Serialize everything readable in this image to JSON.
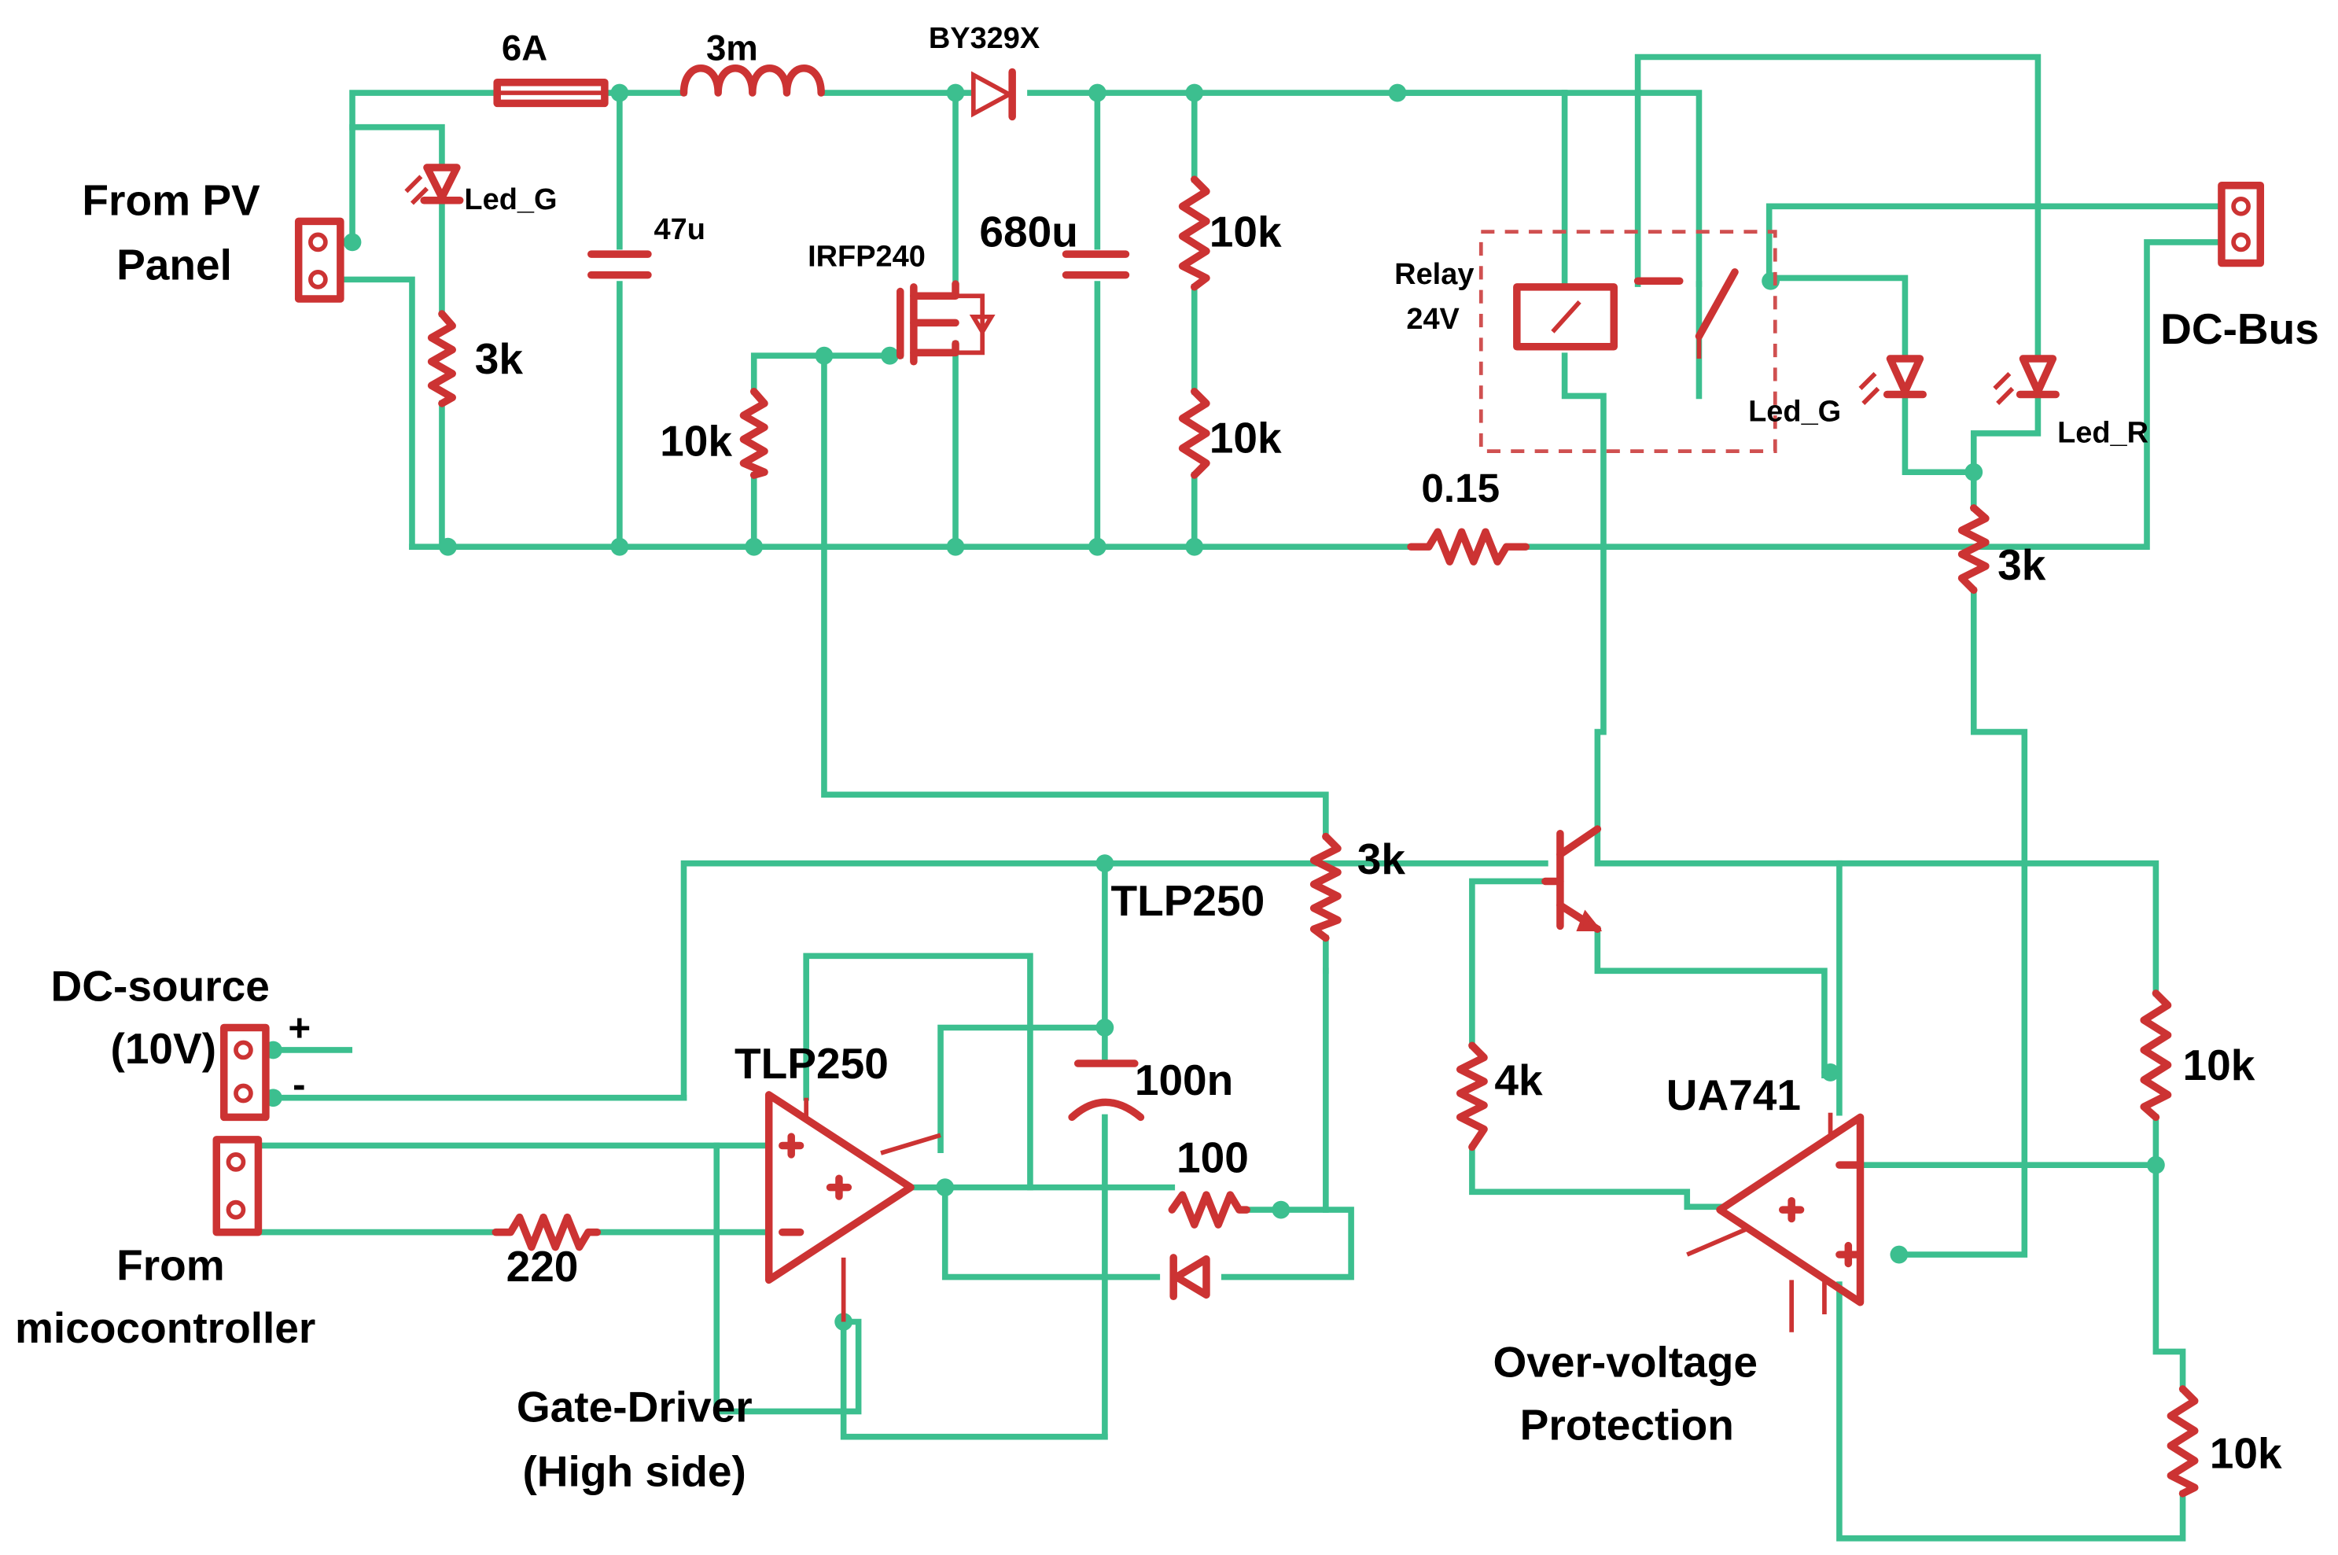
{
  "labels": {
    "fuse": "6A",
    "inductor": "3m",
    "diode": "BY329X",
    "pv_title_1": "From PV",
    "pv_title_2": "Panel",
    "led_g_pv": "Led_G",
    "cap_47u": "47u",
    "mosfet": "IRFP240",
    "cap_680u": "680u",
    "r_div_top": "10k",
    "r_div_bot": "10k",
    "r_pv_led": "3k",
    "r_gate": "10k",
    "relay_1": "Relay",
    "relay_2": "24V",
    "dcbus": "DC-Bus",
    "led_g_bus": "Led_G",
    "led_r_bus": "Led_R",
    "r_shunt": "0.15",
    "r_bus_led": "3k",
    "r_base": "3k",
    "tlp_top": "TLP250",
    "dc_source_1": "DC-source",
    "dc_source_2": "(10V)",
    "plus": "+",
    "minus": "-",
    "tlp_amp": "TLP250",
    "cap_100n": "100n",
    "r_100": "100",
    "r_4k": "4k",
    "opamp": "UA741",
    "r_10k_a": "10k",
    "r_10k_b": "10k",
    "r_220": "220",
    "micro_1": "From",
    "micro_2": "micocontroller",
    "gate_drv_1": "Gate-Driver",
    "gate_drv_2": "(High side)",
    "ovp_1": "Over-voltage",
    "ovp_2": "Protection"
  },
  "colors": {
    "wire": "#3cbf8f",
    "component": "#cc3333",
    "text": "#000000",
    "background": "#ffffff"
  }
}
